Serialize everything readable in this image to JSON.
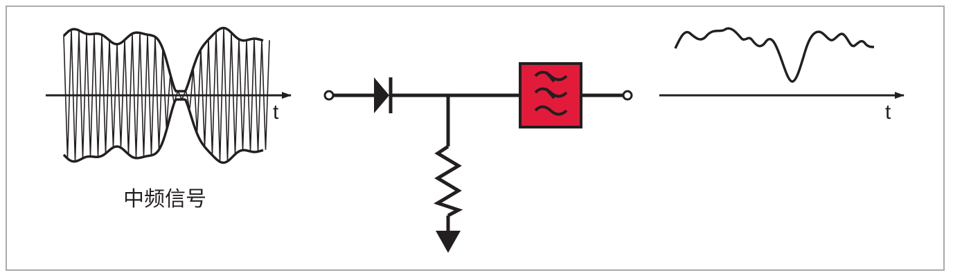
{
  "colors": {
    "stroke": "#231f20",
    "filter_fill": "#e31b3b",
    "frame": "#a7a9ac"
  },
  "labels": {
    "input_time_axis": "t",
    "output_time_axis": "t",
    "input_caption": "中频信号"
  },
  "icons": {
    "diode": "diode-symbol",
    "resistor": "resistor-symbol",
    "ground": "ground-arrow-symbol",
    "filter": "lowpass-filter-symbol"
  }
}
